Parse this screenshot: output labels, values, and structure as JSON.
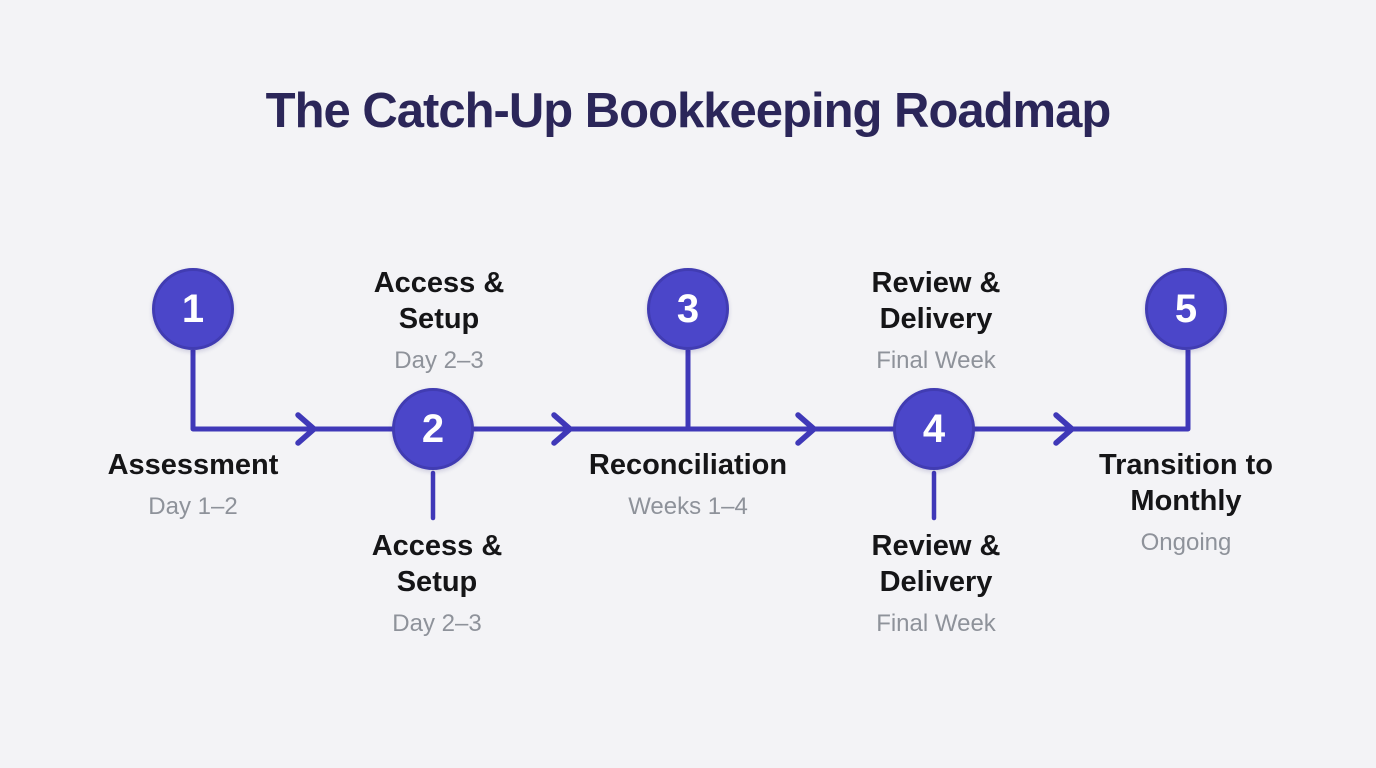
{
  "title": "The Catch-Up Bookkeeping Roadmap",
  "colors": {
    "bg": "#f3f3f6",
    "title": "#2b2659",
    "line": "#3f38b8",
    "circle_fill": "#4b46c9",
    "circle_stroke": "#413cb2",
    "number": "#ffffff",
    "label": "#151517",
    "sublabel": "#8e929a"
  },
  "steps": [
    {
      "number": "1",
      "title": "Assessment",
      "period": "Day 1–2"
    },
    {
      "number": "2",
      "title": "Access &\nSetup",
      "period": "Day 2–3"
    },
    {
      "number": "3",
      "title": "Reconciliation",
      "period": "Weeks 1–4"
    },
    {
      "number": "4",
      "title": "Review &\nDelivery",
      "period": "Final Week"
    },
    {
      "number": "5",
      "title": "Transition to\nMonthly",
      "period": "Ongoing"
    }
  ]
}
